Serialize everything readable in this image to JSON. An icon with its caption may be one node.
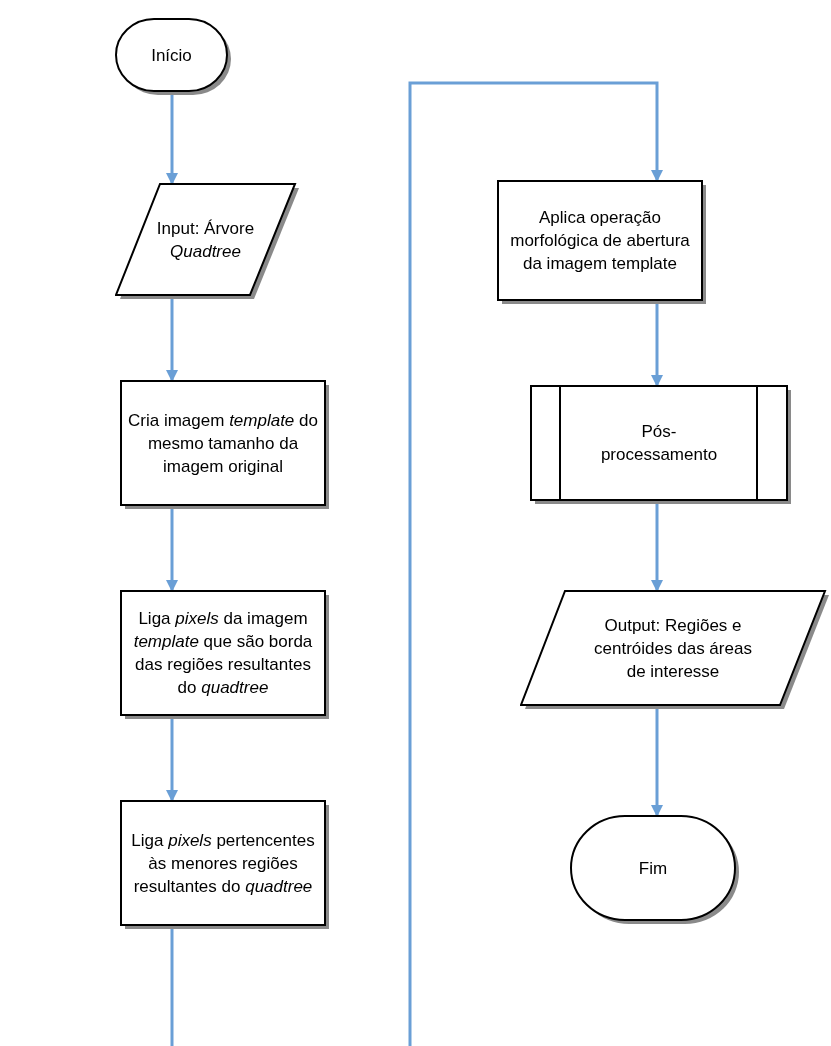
{
  "diagram": {
    "nodes": [
      {
        "text": [
          "Início"
        ]
      },
      {
        "text": [
          "Input: Árvore *Quadtree*"
        ]
      },
      {
        "text": [
          "Cria imagem *template* do mesmo tamanho da imagem original"
        ]
      },
      {
        "text": [
          "Liga *pixels* da imagem *template* que são borda das regiões resultantes do *quadtree*"
        ]
      },
      {
        "text": [
          "Liga *pixels* pertencentes às menores regiões resultantes do *quadtree*"
        ]
      },
      {
        "text": [
          "Aplica operação morfológica de abertura da imagem template"
        ]
      },
      {
        "text": [
          "Pós-processamento"
        ]
      },
      {
        "text": [
          "Output: Regiões e centróides das áreas de interesse"
        ]
      },
      {
        "text": [
          "Fim"
        ]
      }
    ],
    "edges": [
      {
        "from": 0,
        "to": 1,
        "arrow": "to"
      },
      {
        "from": 1,
        "to": 2,
        "arrow": "to"
      },
      {
        "from": 2,
        "to": 3,
        "arrow": "to"
      },
      {
        "from": 3,
        "to": 4,
        "arrow": "to"
      },
      {
        "from": 4,
        "to": null,
        "arrow": "none"
      },
      {
        "from": null,
        "to": 5,
        "arrow": "to"
      },
      {
        "from": 5,
        "to": 6,
        "arrow": "to"
      },
      {
        "from": 6,
        "to": 7,
        "arrow": "to"
      },
      {
        "from": 7,
        "to": 8,
        "arrow": "to"
      }
    ]
  }
}
